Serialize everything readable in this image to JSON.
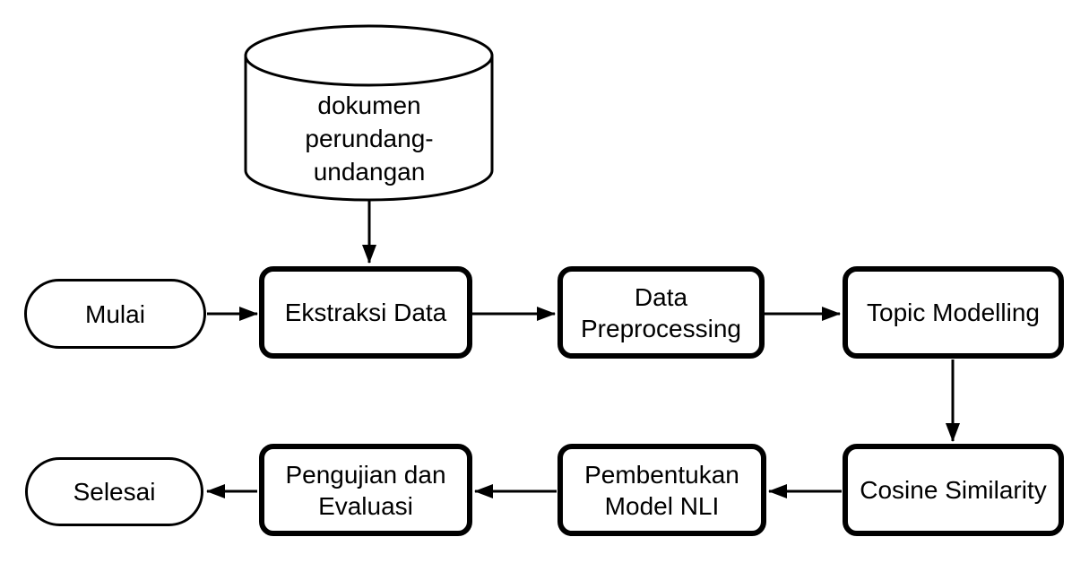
{
  "diagram_type": "flowchart",
  "colors": {
    "background": "#ffffff",
    "stroke": "#000000",
    "text": "#000000",
    "node_fill": "#ffffff"
  },
  "nodes": {
    "datastore": {
      "shape": "cylinder",
      "label": "dokumen perundang-undangan",
      "lines": [
        "dokumen",
        "perundang-",
        "undangan"
      ]
    },
    "start": {
      "shape": "terminator",
      "label": "Mulai",
      "lines": [
        "Mulai"
      ]
    },
    "ekstraksi": {
      "shape": "process",
      "label": "Ekstraksi Data",
      "lines": [
        "Ekstraksi Data"
      ]
    },
    "preprocessing": {
      "shape": "process",
      "label": "Data Preprocessing",
      "lines": [
        "Data",
        "Preprocessing"
      ]
    },
    "topic": {
      "shape": "process",
      "label": "Topic Modelling",
      "lines": [
        "Topic Modelling"
      ]
    },
    "cosine": {
      "shape": "process",
      "label": "Cosine Similarity",
      "lines": [
        "Cosine Similarity"
      ]
    },
    "nli": {
      "shape": "process",
      "label": "Pembentukan Model NLI",
      "lines": [
        "Pembentukan",
        "Model NLI"
      ]
    },
    "pengujian": {
      "shape": "process",
      "label": "Pengujian dan Evaluasi",
      "lines": [
        "Pengujian dan",
        "Evaluasi"
      ]
    },
    "end": {
      "shape": "terminator",
      "label": "Selesai",
      "lines": [
        "Selesai"
      ]
    }
  },
  "edges": [
    {
      "from": "datastore",
      "to": "ekstraksi",
      "direction": "down"
    },
    {
      "from": "start",
      "to": "ekstraksi",
      "direction": "right"
    },
    {
      "from": "ekstraksi",
      "to": "preprocessing",
      "direction": "right"
    },
    {
      "from": "preprocessing",
      "to": "topic",
      "direction": "right"
    },
    {
      "from": "topic",
      "to": "cosine",
      "direction": "down"
    },
    {
      "from": "cosine",
      "to": "nli",
      "direction": "left"
    },
    {
      "from": "nli",
      "to": "pengujian",
      "direction": "left"
    },
    {
      "from": "pengujian",
      "to": "end",
      "direction": "left"
    }
  ]
}
